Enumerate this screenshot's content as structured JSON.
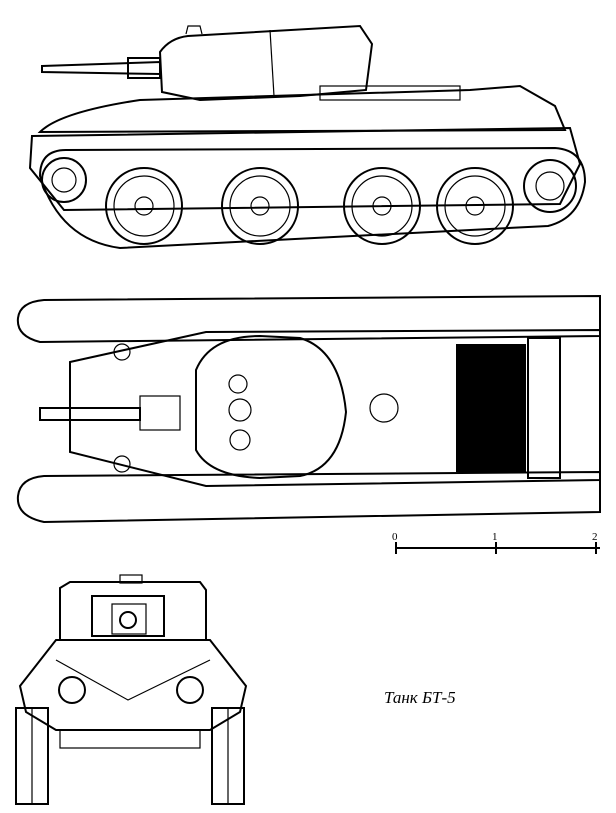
{
  "caption": "Танк БТ-5",
  "scale": {
    "ticks": [
      "0",
      "1",
      "2"
    ]
  },
  "colors": {
    "ink": "#000000",
    "paper": "#ffffff"
  }
}
